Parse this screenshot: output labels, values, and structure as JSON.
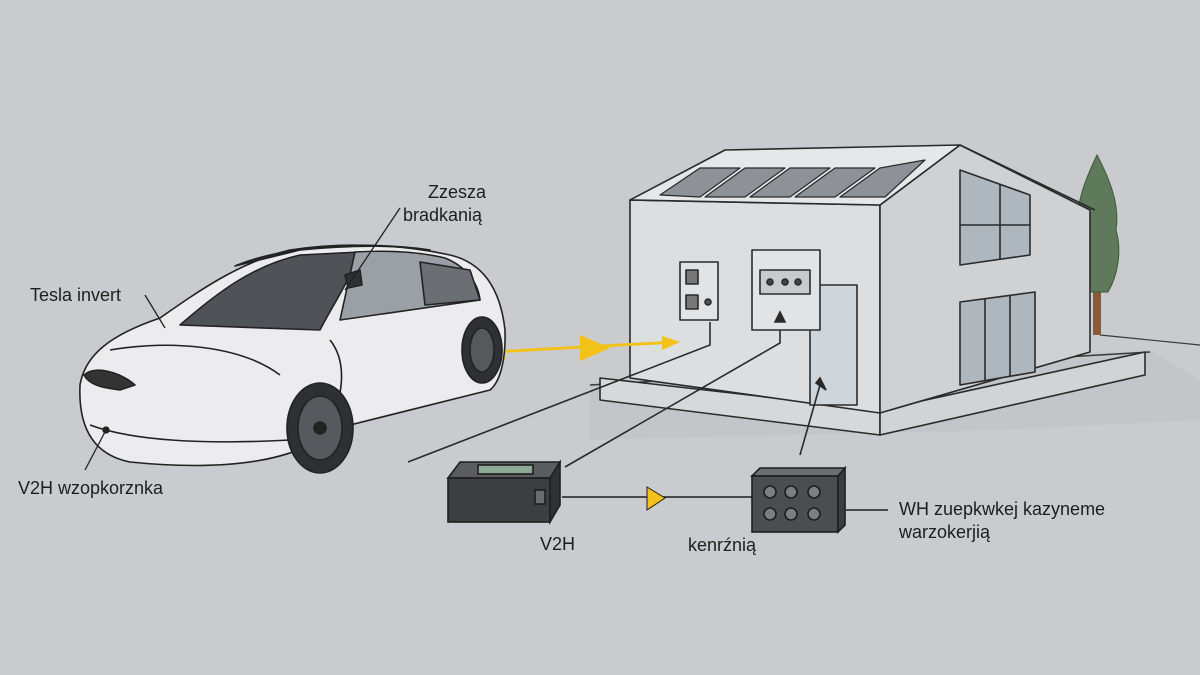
{
  "labels": {
    "top_line1": "Zzesza",
    "top_line2": "bradkanią",
    "tesla_inverter": "Tesla invert",
    "v2h_car": "V2H wzopkorznka",
    "v2h_battery": "V2H",
    "kenrznia": "kenrźnią",
    "wh_line1": "WH zuepkwkej kazyneme",
    "wh_line2": "warzokerjią"
  },
  "colors": {
    "background": "#c9cbce",
    "arrow_accent": "#f2c21b",
    "ink": "#2a2a2a",
    "tree": "#5f7a5a",
    "trunk": "#8a5a3c"
  }
}
